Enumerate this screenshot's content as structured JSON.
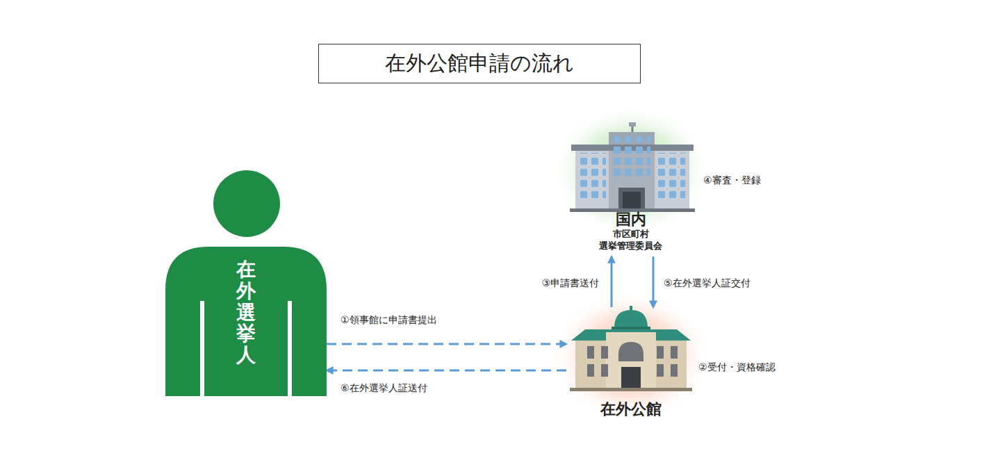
{
  "diagram": {
    "title": "在外公館申請の流れ",
    "nodes": [
      {
        "text": [
          "在外選挙人"
        ]
      },
      {
        "text": [
          "国内",
          "市区町村 選挙管理委員会"
        ]
      },
      {
        "text": [
          "在外公館"
        ]
      }
    ],
    "edges": [
      {
        "from": 0,
        "to": 2,
        "arrow": "to",
        "label": "①領事館に申請書提出"
      },
      {
        "from": 2,
        "to": 0,
        "arrow": "to",
        "label": "⑥在外選挙人証送付"
      },
      {
        "from": 2,
        "to": 1,
        "arrow": "to",
        "label": "③申請書送付"
      },
      {
        "from": 1,
        "to": 2,
        "arrow": "to",
        "label": "⑤在外選挙人証交付"
      }
    ],
    "labels": [
      "④審査・登録",
      "②受付・資格確認"
    ]
  }
}
